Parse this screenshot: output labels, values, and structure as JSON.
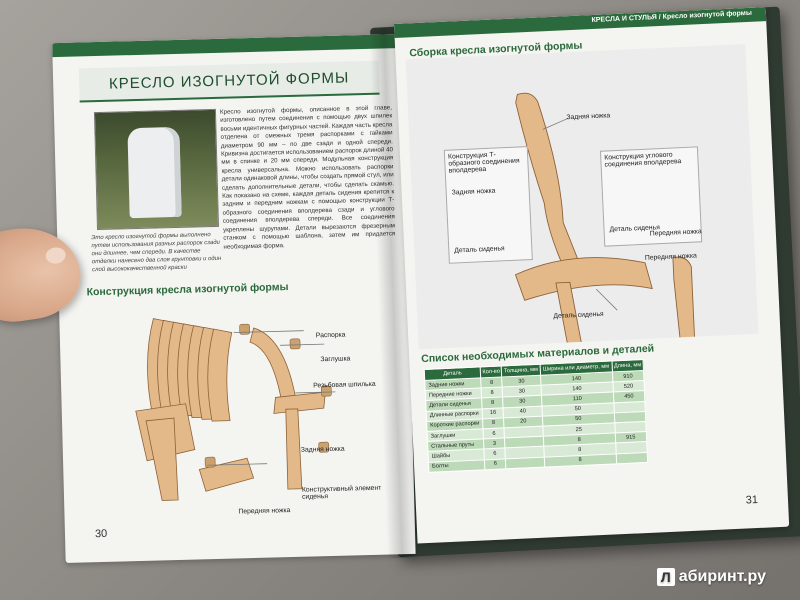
{
  "left_page": {
    "title": "Кресло изогнутой формы",
    "body_text": "Кресло изогнутой формы, описанное в этой главе, изготовлено путем соединения с помощью двух шпилек восьми идентичных фигурных частей. Каждая часть кресла отделена от смежных тремя распорками с гайками диаметром 90 мм – по две сзади и одной спереди. Кривизна достигается использованием распорок длиной 40 мм в спинке и 20 мм спереди. Модульная конструкция кресла универсальна. Можно использовать распорки детали одинаковой длины, чтобы создать прямой стул, или сделать дополнительные детали, чтобы сделать скамью. Как показано на схеме, каждая деталь сидения крепится к задним и передним ножкам с помощью конструкции Т-образного соединения вполдерева сзади и углового соединения вполдерева спереди. Все соединения укреплены шурупами. Детали вырезаются фрезерным станком с помощью шаблона, затем им придается необходимая форма.",
    "caption": "Это кресло изогнутой формы выполнено путем использования разных распорок сзади они длиннее, чем спереди. В качестве отделки нанесено два слоя грунтовки и один слой высококачественной краски",
    "section_title": "Конструкция кресла изогнутой формы",
    "labels": {
      "rasporka": "Распорка",
      "zaglushka": "Заглушка",
      "shpilka": "Резьбовая шпилька",
      "zadnyaya": "Задняя ножка",
      "element": "Конструктивный элемент сиденья",
      "perednyaya": "Передняя ножка"
    },
    "page_number": "30"
  },
  "right_page": {
    "header": "КРЕСЛА И СТУЛЬЯ / Кресло изогнутой формы",
    "section_title": "Сборка кресла изогнутой формы",
    "labels": {
      "zadnyaya": "Задняя ножка",
      "t_joint": "Конструкция Т-образного соединения вполдерева",
      "corner_joint": "Конструкция углового соединения вполдерева",
      "zadnyaya_small": "Задняя ножка",
      "detal_sidenya_small": "Деталь сиденья",
      "detal_sidenya_small2": "Деталь сиденья",
      "perednyaya_small": "Передняя ножка",
      "perednyaya": "Передняя ножка",
      "detal_sidenya": "Деталь сиденья"
    },
    "table_title": "Список необходимых материалов и деталей",
    "table": {
      "headers": [
        "Деталь",
        "Кол-во",
        "Толщина, мм",
        "Ширина или диаметр, мм",
        "Длина, мм"
      ],
      "rows": [
        [
          "Задние ножки",
          "8",
          "30",
          "140",
          "910"
        ],
        [
          "Передние ножки",
          "8",
          "30",
          "140",
          "520"
        ],
        [
          "Детали сиденья",
          "8",
          "30",
          "110",
          "450"
        ],
        [
          "Длинные распорки",
          "16",
          "40",
          "50",
          ""
        ],
        [
          "Короткие распорки",
          "8",
          "20",
          "50",
          ""
        ],
        [
          "Заглушки",
          "6",
          "",
          "25",
          ""
        ],
        [
          "Стальные пруты",
          "3",
          "",
          "8",
          "915"
        ],
        [
          "Шайбы",
          "6",
          "",
          "8",
          ""
        ],
        [
          "Болты",
          "6",
          "",
          "8",
          ""
        ]
      ]
    },
    "page_number": "31"
  },
  "watermark": {
    "letter": "Л",
    "text": "абиринт.ру"
  }
}
